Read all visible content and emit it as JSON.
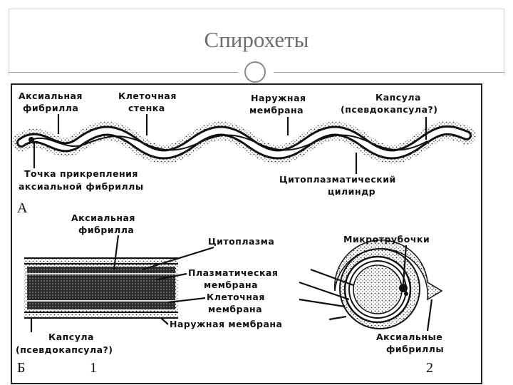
{
  "slide": {
    "title": "Спирохеты"
  },
  "diagram": {
    "panel_a": {
      "letter": "А",
      "labels": {
        "axial_fibril_1": "Аксиальная",
        "axial_fibril_2": "фибрилла",
        "cell_wall_1": "Клеточная",
        "cell_wall_2": "стенка",
        "outer_membrane_1": "Наружная",
        "outer_membrane_2": "мембрана",
        "capsule_1": "Капсула",
        "capsule_2": "(псевдокапсула?)",
        "attachment_1": "Точка прикрепления",
        "attachment_2": "аксиальной фибриллы",
        "cyto_cylinder_1": "Цитоплазматический",
        "cyto_cylinder_2": "цилиндр"
      }
    },
    "panel_b": {
      "letter": "Б",
      "num_1": "1",
      "num_2": "2",
      "labels": {
        "axial_fibril_1": "Аксиальная",
        "axial_fibril_2": "фибрилла",
        "cytoplasm": "Цитоплазма",
        "microtubules": "Микротрубочки",
        "plasma_membrane_1": "Плазматическая",
        "plasma_membrane_2": "мембрана",
        "cell_membrane_1": "Клеточная",
        "cell_membrane_2": "мембрана",
        "outer_membrane": "Наружная мембрана",
        "capsule_1": "Капсула",
        "capsule_2": "(псевдокапсула?)",
        "axial_fibrils_1": "Аксиальные",
        "axial_fibrils_2": "фибриллы"
      }
    }
  }
}
